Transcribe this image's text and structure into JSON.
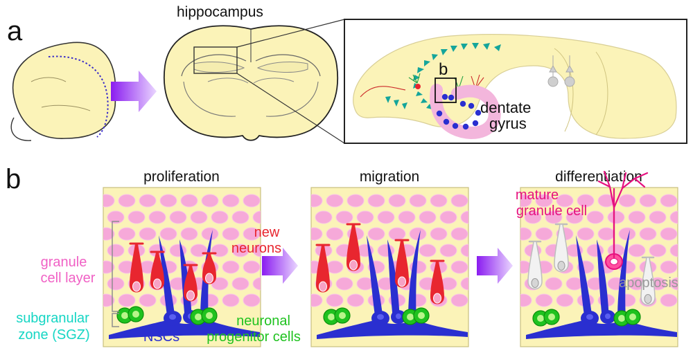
{
  "panel_a": {
    "letter": "a",
    "hippocampus_label": "hippocampus",
    "inset_label": "b",
    "dentate_label_1": "dentate",
    "dentate_label_2": "gyrus"
  },
  "panel_b": {
    "letter": "b",
    "stage_titles": [
      "proliferation",
      "migration",
      "differentiation"
    ],
    "granule_layer_label": [
      "granule",
      "cell layer"
    ],
    "sgz_label": [
      "subgranular",
      "zone (SGZ)"
    ],
    "nscs_label": "NSCs",
    "progenitor_label": [
      "neuronal",
      "progenitor cells"
    ],
    "new_neurons_label": [
      "new",
      "neurons"
    ],
    "mature_label": [
      "mature",
      "granule cell"
    ],
    "apoptosis_label": "apoptosis"
  },
  "colors": {
    "tissue": "#fbf3b8",
    "tissue_outline": "#c9bf7f",
    "granule_cell": "#f6a9d9",
    "granule_label": "#f061c5",
    "new_neuron": "#e8262f",
    "nsc": "#2a2fd0",
    "progenitor": "#1fc21f",
    "sgz_label": "#16d6c4",
    "mature": "#e6117f",
    "apoptotic": "#a6a6a6",
    "teal_arrowheads": "#14a59b",
    "process_arrow": "#9b2bf2"
  }
}
